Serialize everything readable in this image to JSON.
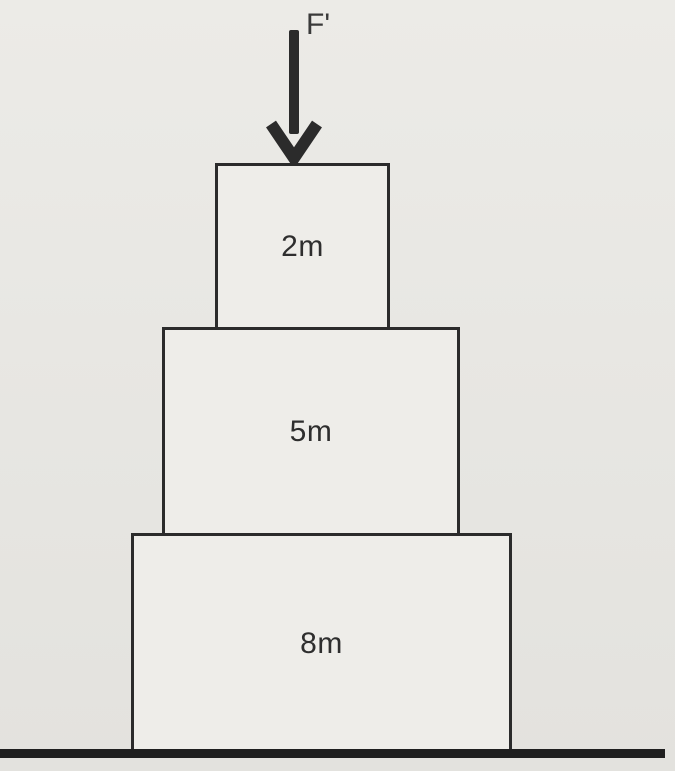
{
  "force": {
    "label": "F'"
  },
  "blocks": [
    {
      "mass_label": "2m"
    },
    {
      "mass_label": "5m"
    },
    {
      "mass_label": "8m"
    }
  ],
  "colors": {
    "line": "#2b2b2b",
    "background": "#e9e8e4"
  }
}
